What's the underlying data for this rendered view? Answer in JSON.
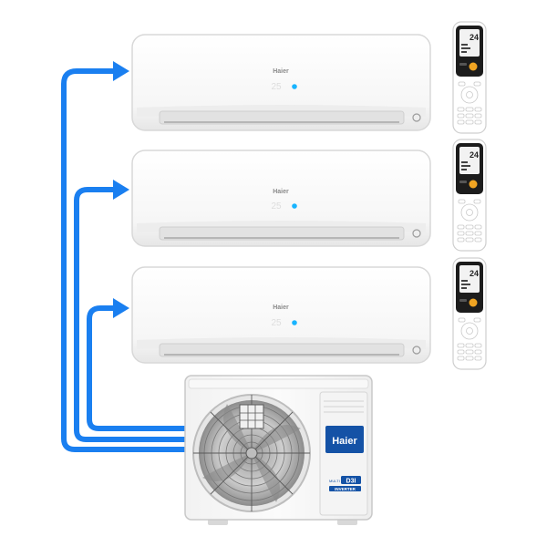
{
  "product": {
    "brand": "Haier",
    "unit_display": "25",
    "remote_display": "24",
    "badge_line1": "MULTI",
    "badge_code": "D3I",
    "badge_line2": "INVERTER"
  },
  "colors": {
    "pipe": "#1a7ff0",
    "brand_blue": "#1452a6",
    "indicator": "#18b4ff",
    "remote_button": "#f0a422",
    "unit_body": "#fafafa",
    "unit_edge": "#dcdcdc"
  },
  "indoor_units": [
    {
      "name": "indoor-unit-1"
    },
    {
      "name": "indoor-unit-2"
    },
    {
      "name": "indoor-unit-3"
    }
  ]
}
